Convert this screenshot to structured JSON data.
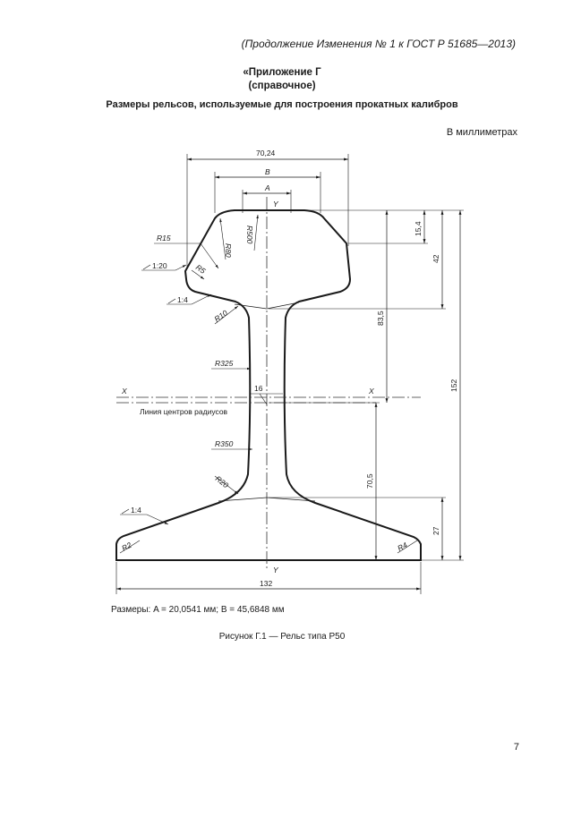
{
  "header": {
    "continuation_note": "(Продолжение Изменения № 1 к ГОСТ Р 51685—2013)"
  },
  "appendix": {
    "title": "«Приложение Г",
    "subtitle": "(справочное)"
  },
  "section_title": "Размеры рельсов, используемые для построения прокатных калибров",
  "units_note": "В миллиметрах",
  "drawing": {
    "dim_width_head": "70,24",
    "dim_b": "B",
    "dim_a": "A",
    "axis_y_top": "Y",
    "axis_y_bottom": "Y",
    "axis_x_left": "X",
    "axis_x_right": "X",
    "r500": "R500",
    "r80": "R80",
    "r15": "R15",
    "slope_head": "1:20",
    "r5": "R5",
    "slope_neck": "1:4",
    "r10": "R10",
    "r325": "R325",
    "web_width": "16",
    "centers_line": "Линия центров радиусов",
    "r350": "R350",
    "r20": "R20",
    "slope_foot": "1:4",
    "r2": "R2",
    "r4": "R4",
    "dim_15_4": "15,4",
    "dim_42": "42",
    "dim_83_5": "83,5",
    "dim_152": "152",
    "dim_70_5": "70,5",
    "dim_27": "27",
    "dim_base": "132"
  },
  "sizes_note": "Размеры: A = 20,0541 мм; B = 45,6848 мм",
  "figure_caption": "Рисунок Г.1 — Рельс типа Р50",
  "page_number": "7"
}
